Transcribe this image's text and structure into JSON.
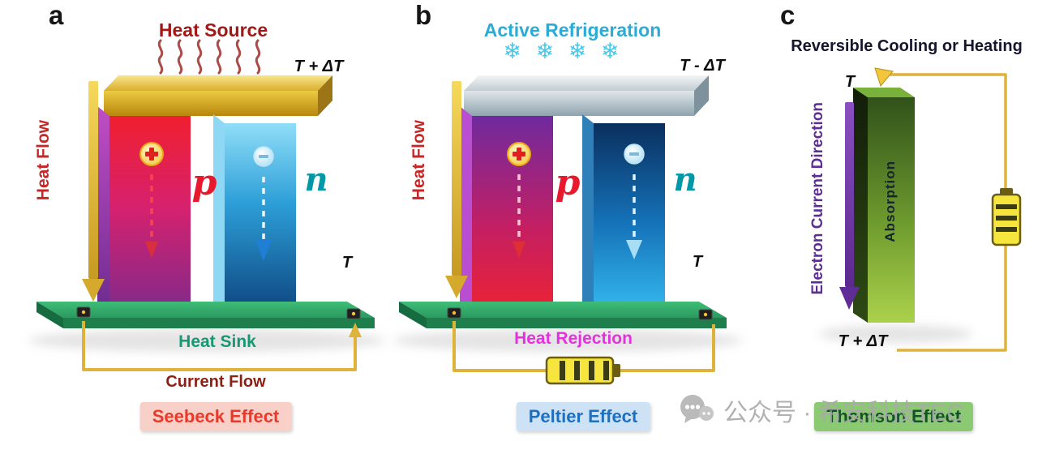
{
  "panel_a": {
    "label": "a",
    "heat_source": "Heat Source",
    "temp_top": "T + ΔT",
    "temp_bottom": "T",
    "heat_flow": "Heat Flow",
    "p": "p",
    "n": "n",
    "heat_sink": "Heat Sink",
    "current_flow": "Current Flow",
    "effect": "Seebeck Effect"
  },
  "panel_b": {
    "label": "b",
    "title": "Active Refrigeration",
    "snowflakes": "❄ ❄ ❄ ❄",
    "temp_top": "T - ΔT",
    "temp_bottom": "T",
    "heat_flow": "Heat Flow",
    "p": "p",
    "n": "n",
    "heat_rejection": "Heat Rejection",
    "effect": "Peltier Effect"
  },
  "panel_c": {
    "label": "c",
    "title": "Reversible Cooling or Heating",
    "temp_top": "T",
    "temp_bottom": "T + ΔT",
    "electron_direction": "Electron Current Direction",
    "absorption": "Absorption",
    "effect": "Thomson Effect"
  },
  "watermark": {
    "text": "公众号 · 希安科技TEC"
  },
  "colors": {
    "heat_source_text": "#a31717",
    "active_refrigeration_text": "#2bacd6",
    "heat_flow_text": "#c62828",
    "heat_sink_text": "#169873",
    "current_flow_text": "#8b2015",
    "heat_rejection_text": "#e431dd",
    "electron_direction_text": "#5e2d91",
    "p_label": "#e8192c",
    "n_label": "#0097a7",
    "seebeck_text": "#e8392a",
    "seebeck_bg": "#f8d0c8",
    "peltier_text": "#1d6fc0",
    "peltier_bg": "#cde3f5",
    "thomson_text": "#15522a",
    "thomson_bg": "#8cc973",
    "wire": "#dfb23b",
    "hot_plate": "#d9ae2e",
    "cold_plate": "#b9c6cd",
    "heat_sink_base": "#38b571"
  }
}
